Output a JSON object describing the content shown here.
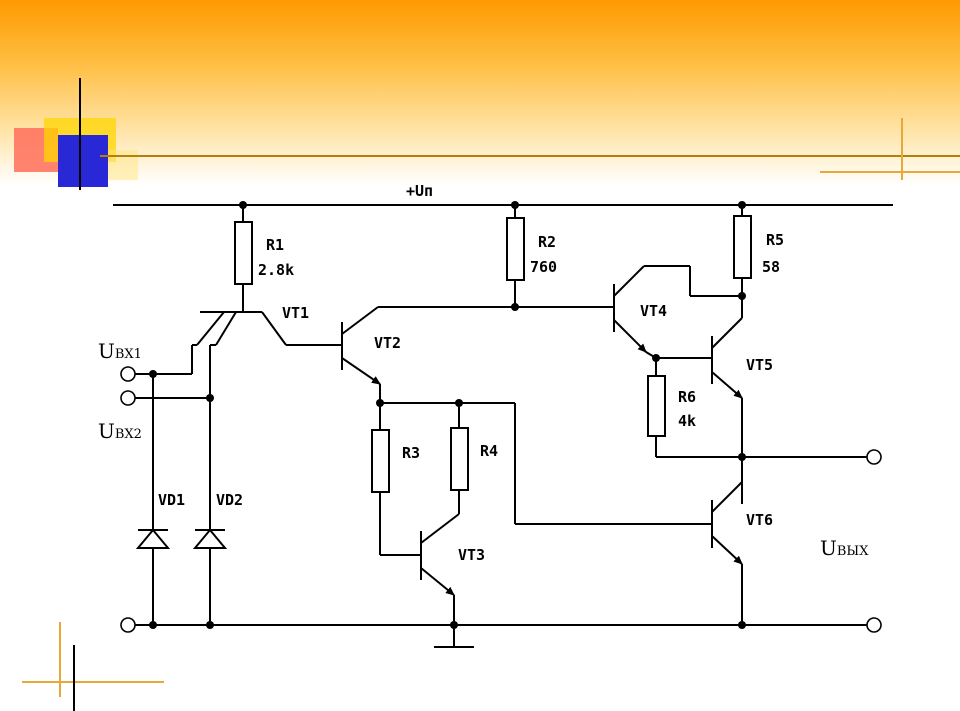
{
  "slide": {
    "colors": {
      "header_top": "#ff9900",
      "header_mid": "#ffbf44",
      "accent_line": "#b3800d",
      "square_red": "#ff6e5a",
      "square_yellow": "#ffd500",
      "square_blue": "#2828d6"
    }
  },
  "circuit": {
    "supply_label": "+Uп",
    "inputs": {
      "in1_main": "U",
      "in1_sub": "ВХ1",
      "in2_main": "U",
      "in2_sub": "ВХ2"
    },
    "output": {
      "main": "U",
      "sub": "ВЫХ"
    },
    "resistors": [
      {
        "ref": "R1",
        "value": "2.8k"
      },
      {
        "ref": "R2",
        "value": "760"
      },
      {
        "ref": "R3",
        "value": ""
      },
      {
        "ref": "R4",
        "value": ""
      },
      {
        "ref": "R5",
        "value": "58"
      },
      {
        "ref": "R6",
        "value": "4k"
      }
    ],
    "transistors": [
      "VT1",
      "VT2",
      "VT3",
      "VT4",
      "VT5",
      "VT6"
    ],
    "diodes": [
      "VD1",
      "VD2"
    ]
  }
}
